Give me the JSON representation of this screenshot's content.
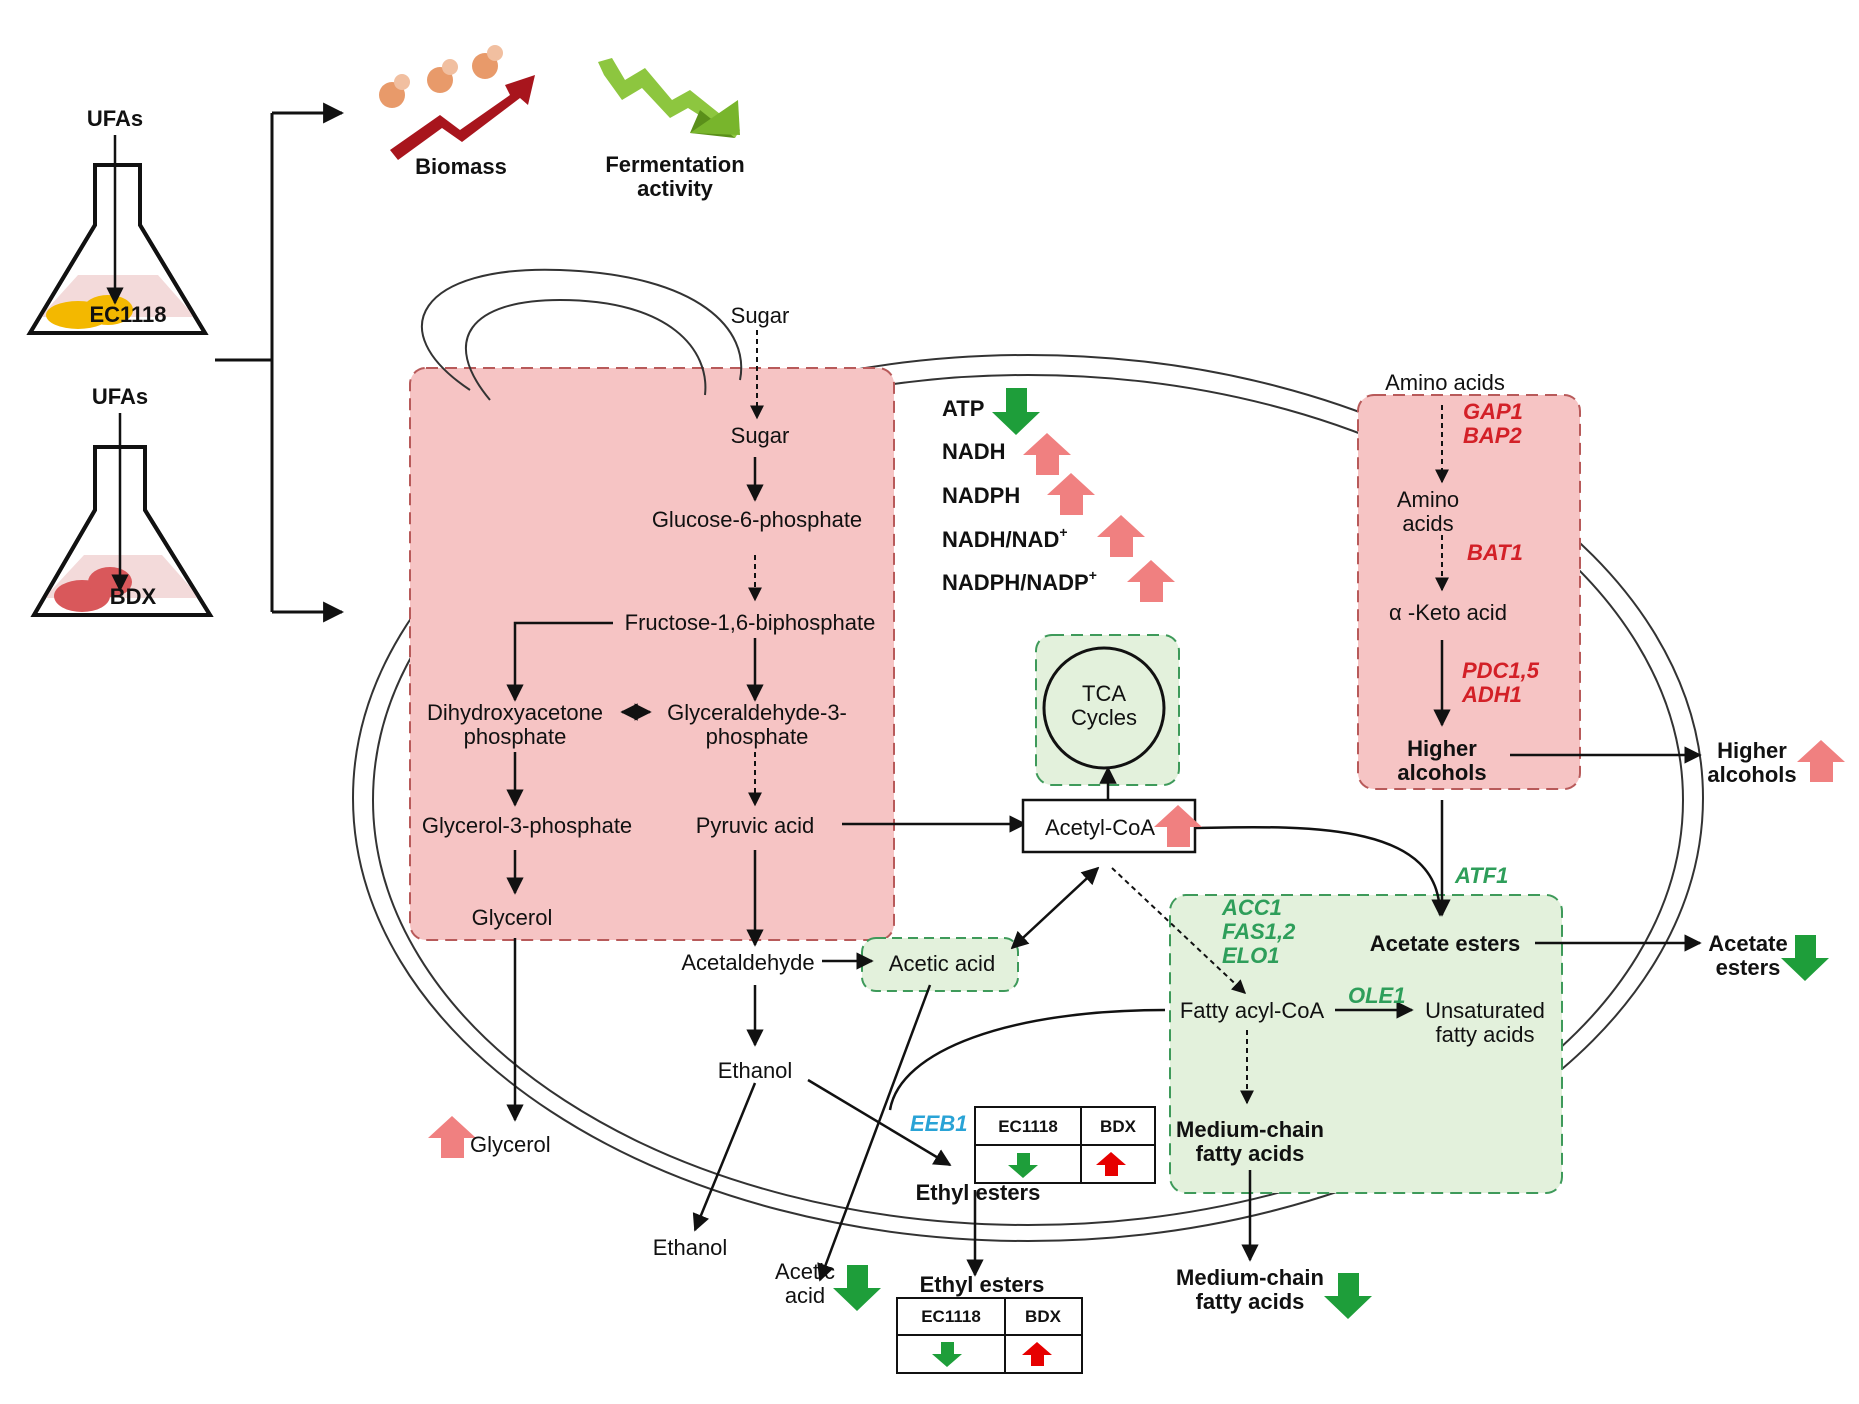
{
  "colors": {
    "pink_box": "#f6c4c4",
    "pink_border": "#b85a5a",
    "green_box": "#e3f1dc",
    "green_border": "#3e9a5a",
    "up_arrow": "#f08080",
    "down_arrow": "#1e9e3a",
    "small_up": "#e60000",
    "gene_red": "#d32027",
    "gene_green": "#2e9e5a",
    "gene_blue": "#29a3d6"
  },
  "strains": {
    "flask1_input": "UFAs",
    "flask1_label": "EC1118",
    "flask2_input": "UFAs",
    "flask2_label": "BDX"
  },
  "top_effects": {
    "biomass": "Biomass",
    "fermentation_line1": "Fermentation",
    "fermentation_line2": "activity"
  },
  "glycolysis": {
    "sugar_out": "Sugar",
    "sugar_in": "Sugar",
    "g6p": "Glucose-6-phosphate",
    "f16bp": "Fructose-1,6-biphosphate",
    "dhap_line1": "Dihydroxyacetone",
    "dhap_line2": "phosphate",
    "gap_line1": "Glyceraldehyde-3-",
    "gap_line2": "phosphate",
    "g3p": "Glycerol-3-phosphate",
    "pyruvate": "Pyruvic acid",
    "glycerol_in": "Glycerol",
    "glycerol_out": "Glycerol",
    "acetaldehyde": "Acetaldehyde",
    "ethanol_in": "Ethanol",
    "ethanol_out": "Ethanol"
  },
  "cofactors": {
    "atp": "ATP",
    "nadh": "NADH",
    "nadph": "NADPH",
    "nadh_ratio": "NADH/NAD",
    "nadh_ratio_sup": "+",
    "nadph_ratio": "NADPH/NADP",
    "nadph_ratio_sup": "+"
  },
  "tca": {
    "line1": "TCA",
    "line2": "Cycles",
    "acetyl_coa": "Acetyl-CoA",
    "acetic_in": "Acetic acid",
    "acetic_out_line1": "Acetic",
    "acetic_out_line2": "acid"
  },
  "amino": {
    "amino_out": "Amino acids",
    "gene1": "GAP1",
    "gene2": "BAP2",
    "amino_in_line1": "Amino",
    "amino_in_line2": "acids",
    "gene3": "BAT1",
    "keto": "α -Keto acid",
    "gene4": "PDC1,5",
    "gene5": "ADH1",
    "higher_in_line1": "Higher",
    "higher_in_line2": "alcohols",
    "higher_out_line1": "Higher",
    "higher_out_line2": "alcohols"
  },
  "lipid": {
    "atf1": "ATF1",
    "acc1": "ACC1",
    "fas": "FAS1,2",
    "elo1": "ELO1",
    "acetate_in": "Acetate esters",
    "acetate_out_line1": "Acetate",
    "acetate_out_line2": "esters",
    "ole1": "OLE1",
    "fatty_acyl": "Fatty acyl-CoA",
    "unsat_line1": "Unsaturated",
    "unsat_line2": "fatty acids",
    "mcfa_in_line1": "Medium-chain",
    "mcfa_in_line2": "fatty acids",
    "mcfa_out_line1": "Medium-chain",
    "mcfa_out_line2": "fatty acids"
  },
  "esters": {
    "eeb1": "EEB1",
    "ethyl_in": "Ethyl esters",
    "ethyl_out": "Ethyl esters",
    "col1": "EC1118",
    "col2": "BDX"
  }
}
